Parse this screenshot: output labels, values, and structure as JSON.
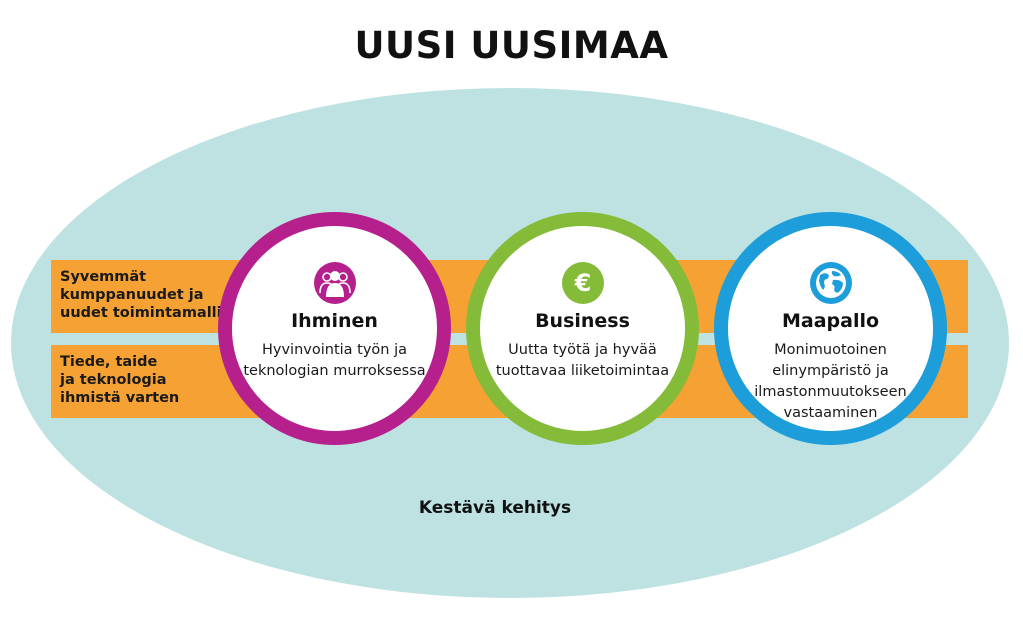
{
  "title": "UUSI UUSIMAA",
  "colors": {
    "background_ellipse": "#bde2e1",
    "band": "#f5a133",
    "ihminen": "#b5208c",
    "business": "#84bb38",
    "maapallo": "#1d9dd9"
  },
  "bands": [
    {
      "label": "Syvemmät\nkumppanuudet ja\nuudet toimintamallit"
    },
    {
      "label": "Tiede, taide\nja teknologia\nihmistä varten"
    }
  ],
  "pillars": [
    {
      "title": "Ihminen",
      "text": "Hyvinvointia työn ja\nteknologian murroksessa",
      "icon": "people-icon"
    },
    {
      "title": "Business",
      "text": "Uutta työtä ja hyvää\ntuottavaa liiketoimintaa",
      "icon": "euro-icon",
      "icon_glyph": "€"
    },
    {
      "title": "Maapallo",
      "text": "Monimuotoinen\nelinympäristö ja\nilmastonmuutokseen\nvastaaminen",
      "icon": "globe-icon"
    }
  ],
  "footer": "Kestävä kehitys"
}
